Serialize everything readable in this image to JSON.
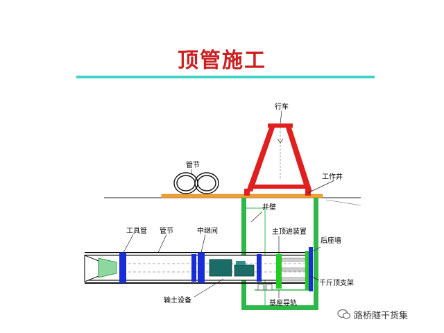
{
  "title": "顶管施工",
  "labels": {
    "crane": "行车",
    "pipe_sections_top": "管节",
    "working_well": "工作井",
    "shaft_wall": "井壁",
    "main_jacking": "主顶进装置",
    "back_wall": "后座墙",
    "jack_frame": "千斤顶支架",
    "base_rail": "基座导轨",
    "mucking": "输土设备",
    "tool_pipe": "工具管",
    "pipe_section": "管节",
    "relay_station": "中继间"
  },
  "watermark": "路桥隧干货集",
  "colors": {
    "title": "#cc1f1f",
    "rule": "#3fd3c8",
    "crane": "#e02020",
    "well": "#2fb84a",
    "ground": "#f0a030",
    "blue": "#1a2ed8",
    "green": "#22cc22",
    "machine": "#1b6b66"
  }
}
